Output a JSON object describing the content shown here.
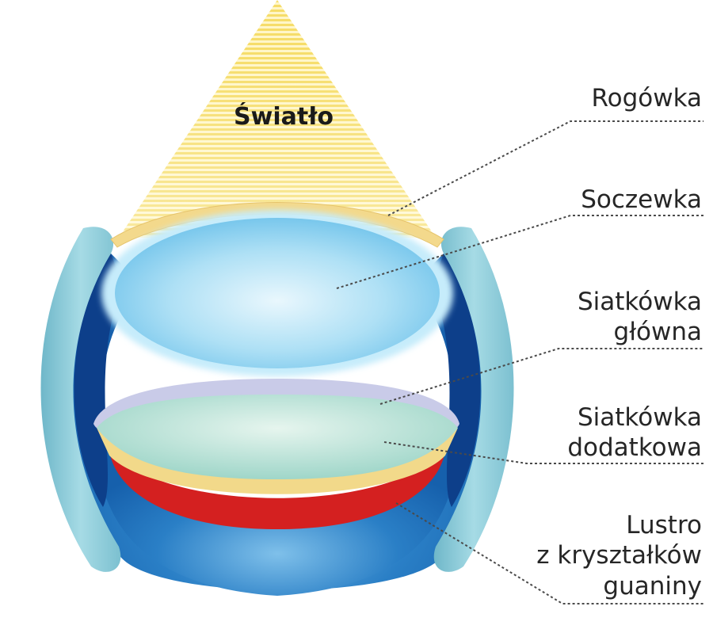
{
  "light": {
    "label": "Światło"
  },
  "labels": {
    "cornea": "Rogówka",
    "lens": "Soczewka",
    "main_retina": [
      "Siatkówka",
      "główna"
    ],
    "secondary_retina": [
      "Siatkówka",
      "dodatkowa"
    ],
    "mirror": [
      "Lustro",
      "z kryształków",
      "guaniny"
    ]
  },
  "colors": {
    "light_beam": "#f7e27a",
    "cornea": "#f3d98c",
    "lens": "#9fd8f2",
    "outer_shell": "#1b6fb8",
    "shell_dark": "#0d3f8a",
    "side_tissue": "#8ccbd8",
    "main_retina": "#c9cbe8",
    "secondary_retina": "#bfe3d6",
    "mirror_gold": "#f2d98a",
    "mirror_red": "#d42020"
  }
}
